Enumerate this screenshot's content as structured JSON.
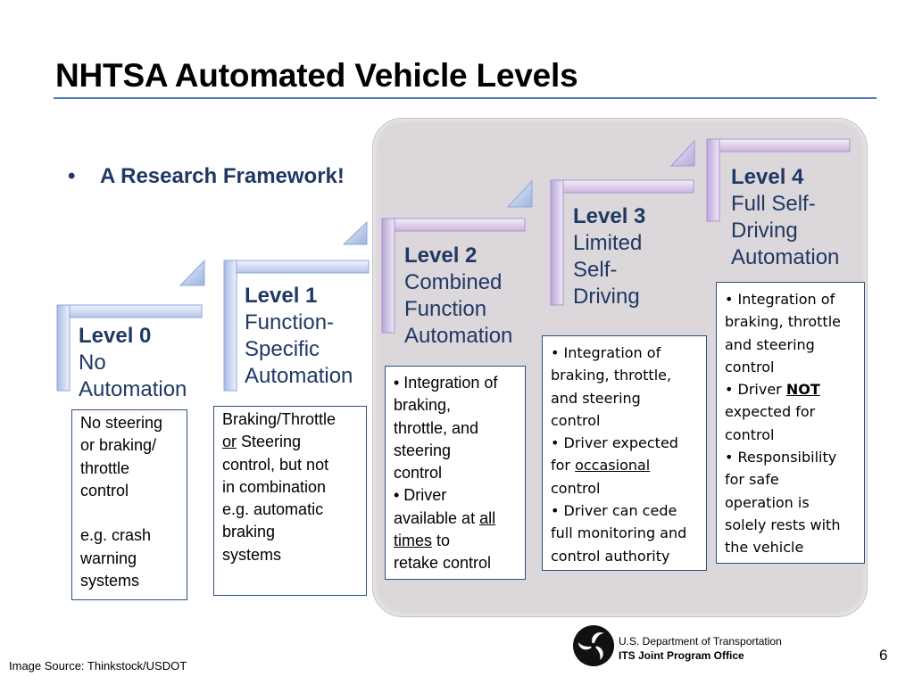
{
  "slide": {
    "title": "NHTSA Automated Vehicle Levels",
    "bullet": "A Research Framework!",
    "levels": [
      {
        "number": "Level 0",
        "name_lines": [
          "No",
          "Automation"
        ],
        "description": [
          "No steering",
          "or braking/",
          "throttle",
          "control",
          "",
          "e.g. crash",
          "warning",
          "systems"
        ]
      },
      {
        "number": "Level 1",
        "name_lines": [
          "Function-",
          "Specific",
          "Automation"
        ],
        "description_parts": {
          "l1": "Braking/Throttle",
          "l2_u": "or",
          "l2_rest": " Steering",
          "l3": "control,  but not",
          "l4": "in combination",
          "l5": "e.g. automatic",
          "l6": "braking",
          "l7": "systems"
        }
      },
      {
        "number": "Level 2",
        "name_lines": [
          "Combined",
          "Function",
          "Automation"
        ],
        "description_parts": {
          "l1": "• Integration  of",
          "l2": "braking,",
          "l3": "throttle,  and",
          "l4": "steering",
          "l5": "control",
          "l6": "• Driver",
          "l7_pre": "available  at ",
          "l7_u": "all",
          "l8_u": "times",
          "l8_rest": " to",
          "l9": "retake  control"
        }
      },
      {
        "number": "Level 3",
        "name_lines": [
          "Limited",
          "Self-",
          "Driving"
        ],
        "description_parts": {
          "l1": "• Integration of",
          "l2": "braking, throttle,",
          "l3": "and steering",
          "l4": "control",
          "l5": "•  Driver expected",
          "l6_pre": "for ",
          "l6_u": "occasional",
          "l7": "control",
          "l8": "• Driver can cede",
          "l9": "full monitoring and",
          "l10": "control authority"
        }
      },
      {
        "number": "Level 4",
        "name_lines": [
          "Full Self-",
          "Driving",
          "Automation"
        ],
        "description_parts": {
          "l1": "• Integration of",
          "l2": "braking, throttle",
          "l3": "and steering",
          "l4": "control",
          "l5_pre": "•  Driver ",
          "l5_b": "NOT",
          "l6": "expected for",
          "l7": "control",
          "l8": "• Responsibility",
          "l9": "for safe",
          "l10": "operation is",
          "l11": "solely rests with",
          "l12": "the vehicle"
        }
      }
    ]
  },
  "footer": {
    "image_source": "Image Source: Thinkstock/USDOT",
    "department": "U.S. Department of Transportation",
    "office": "ITS Joint Program Office",
    "page_number": "6",
    "logo_icon": "usdot-triskelion-logo-icon"
  },
  "colors": {
    "title_rule": "#4a7bb7",
    "heading_blue": "#1f3864",
    "panel_bg": "#dcd7da",
    "step_light": "#eaeef8",
    "step_mid": "#b9c6e8",
    "step_lilac": "#d6c3e3"
  }
}
